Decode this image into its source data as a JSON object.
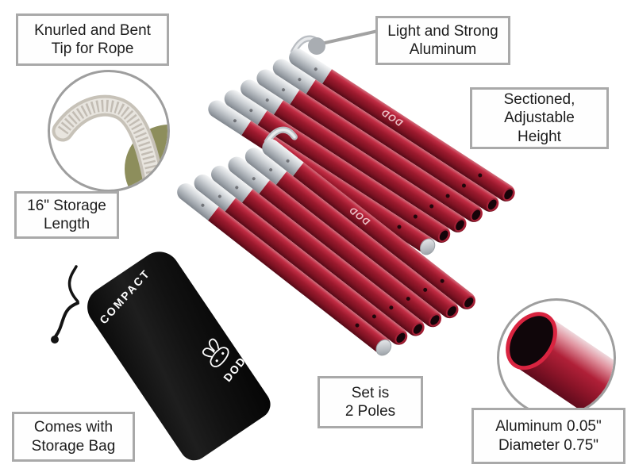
{
  "callouts": [
    {
      "id": "knurled-tip",
      "text": "Knurled and Bent\nTip for Rope"
    },
    {
      "id": "light-strong",
      "text": "Light and Strong\nAluminum"
    },
    {
      "id": "sectioned-height",
      "text": "Sectioned,\nAdjustable\nHeight"
    },
    {
      "id": "storage-length",
      "text": "16\" Storage\nLength"
    },
    {
      "id": "storage-bag",
      "text": "Comes with\nStorage Bag"
    },
    {
      "id": "set-count",
      "text": "Set is\n2 Poles"
    },
    {
      "id": "diameter",
      "text": "Aluminum 0.05\"\nDiameter 0.75\""
    }
  ],
  "bag": {
    "print_top": "COMPACT",
    "brand": "DOD"
  },
  "poles": {
    "brand_print": "DOD"
  },
  "colors": {
    "pole_red": "#9c1a2e",
    "tip_silver": "#c9ccd0",
    "bag_black": "#141414",
    "callout_border": "#a9a9a9",
    "leader_gray": "#a2a2a2",
    "olive_accent": "#8d8e5c",
    "tube_rim_red": "#d92440"
  }
}
